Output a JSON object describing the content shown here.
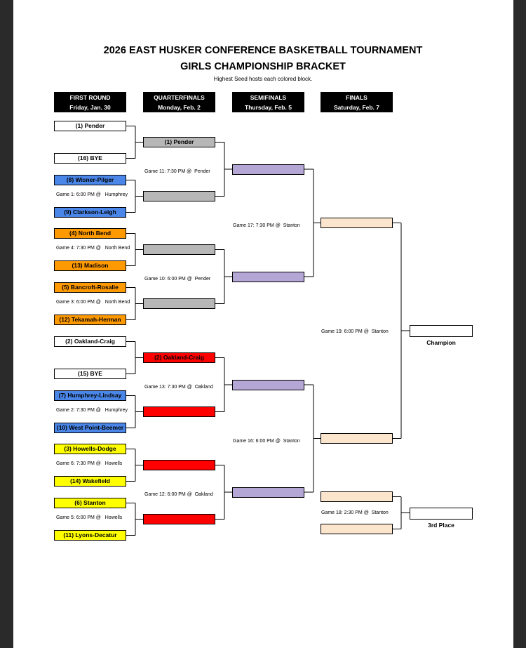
{
  "title": "2026 EAST HUSKER CONFERENCE BASKETBALL TOURNAMENT",
  "subtitle": "GIRLS CHAMPIONSHIP BRACKET",
  "note": "Highest Seed hosts each colored block.",
  "headers": [
    {
      "round": "FIRST ROUND",
      "date": "Friday, Jan. 30"
    },
    {
      "round": "QUARTERFINALS",
      "date": "Monday, Feb. 2"
    },
    {
      "round": "SEMIFINALS",
      "date": "Thursday, Feb. 5"
    },
    {
      "round": "FINALS",
      "date": "Saturday, Feb. 7"
    }
  ],
  "colors": {
    "white": "#ffffff",
    "blue": "#4a86e8",
    "orange": "#ff9900",
    "yellow": "#ffff00",
    "gray": "#b7b7b7",
    "red": "#ff0000",
    "purple": "#b4a7d6",
    "peach": "#fce5cd"
  },
  "first_round": [
    {
      "team": "(1) Pender",
      "color": "white"
    },
    {
      "team": "(16) BYE",
      "color": "white"
    },
    {
      "team": "(8) Wisner-Pilger",
      "color": "blue"
    },
    {
      "team": "(9) Clarkson-Leigh",
      "color": "blue"
    },
    {
      "team": "(4) North Bend",
      "color": "orange"
    },
    {
      "team": "(13) Madison",
      "color": "orange"
    },
    {
      "team": "(5) Bancroft-Rosalie",
      "color": "orange"
    },
    {
      "team": "(12) Tekamah-Herman",
      "color": "orange"
    },
    {
      "team": "(2) Oakland-Craig",
      "color": "white"
    },
    {
      "team": "(15) BYE",
      "color": "white"
    },
    {
      "team": "(7) Humphrey-Lindsay",
      "color": "blue"
    },
    {
      "team": "(10) West Point-Beemer",
      "color": "blue"
    },
    {
      "team": "(3) Howells-Dodge",
      "color": "yellow"
    },
    {
      "team": "(14) Wakefield",
      "color": "yellow"
    },
    {
      "team": "(6) Stanton",
      "color": "yellow"
    },
    {
      "team": "(11) Lyons-Decatur",
      "color": "yellow"
    }
  ],
  "first_round_games": [
    "",
    "Game 1: 6:00 PM @   Humphrey",
    "Game 4: 7:30 PM @   North Bend",
    "Game 3: 6:00 PM @   North Bend",
    "",
    "Game 2: 7:30 PM @   Humphrey",
    "Game 6: 7:30 PM @   Howells",
    "Game 5: 6:00 PM @   Howells"
  ],
  "quarterfinals": [
    {
      "team": "(1) Pender",
      "color": "gray"
    },
    {
      "team": "",
      "color": "gray"
    },
    {
      "team": "",
      "color": "gray"
    },
    {
      "team": "",
      "color": "gray"
    },
    {
      "team": "(2) Oakland-Craig",
      "color": "red"
    },
    {
      "team": "",
      "color": "red"
    },
    {
      "team": "",
      "color": "red"
    },
    {
      "team": "",
      "color": "red"
    }
  ],
  "quarterfinal_games": [
    "Game 11: 7:30 PM @  Pender",
    "Game 10: 6:00 PM @  Pender",
    "Game 13: 7:30 PM @  Oakland",
    "Game 12: 6:00 PM @  Oakland"
  ],
  "semifinals": [
    {
      "team": "",
      "color": "purple"
    },
    {
      "team": "",
      "color": "purple"
    },
    {
      "team": "",
      "color": "purple"
    },
    {
      "team": "",
      "color": "purple"
    }
  ],
  "semifinal_games": [
    "Game 17: 7:30 PM @  Stanton",
    "Game 16: 6:00 PM @  Stanton"
  ],
  "finals": [
    {
      "team": "",
      "color": "peach"
    },
    {
      "team": "",
      "color": "peach"
    }
  ],
  "final_game": "Game 19: 6:00 PM @  Stanton",
  "champion_label": "Champion",
  "third_place": [
    {
      "team": "",
      "color": "peach"
    },
    {
      "team": "",
      "color": "peach"
    }
  ],
  "third_place_game": "Game 18: 2:30 PM @  Stanton",
  "third_place_label": "3rd Place"
}
